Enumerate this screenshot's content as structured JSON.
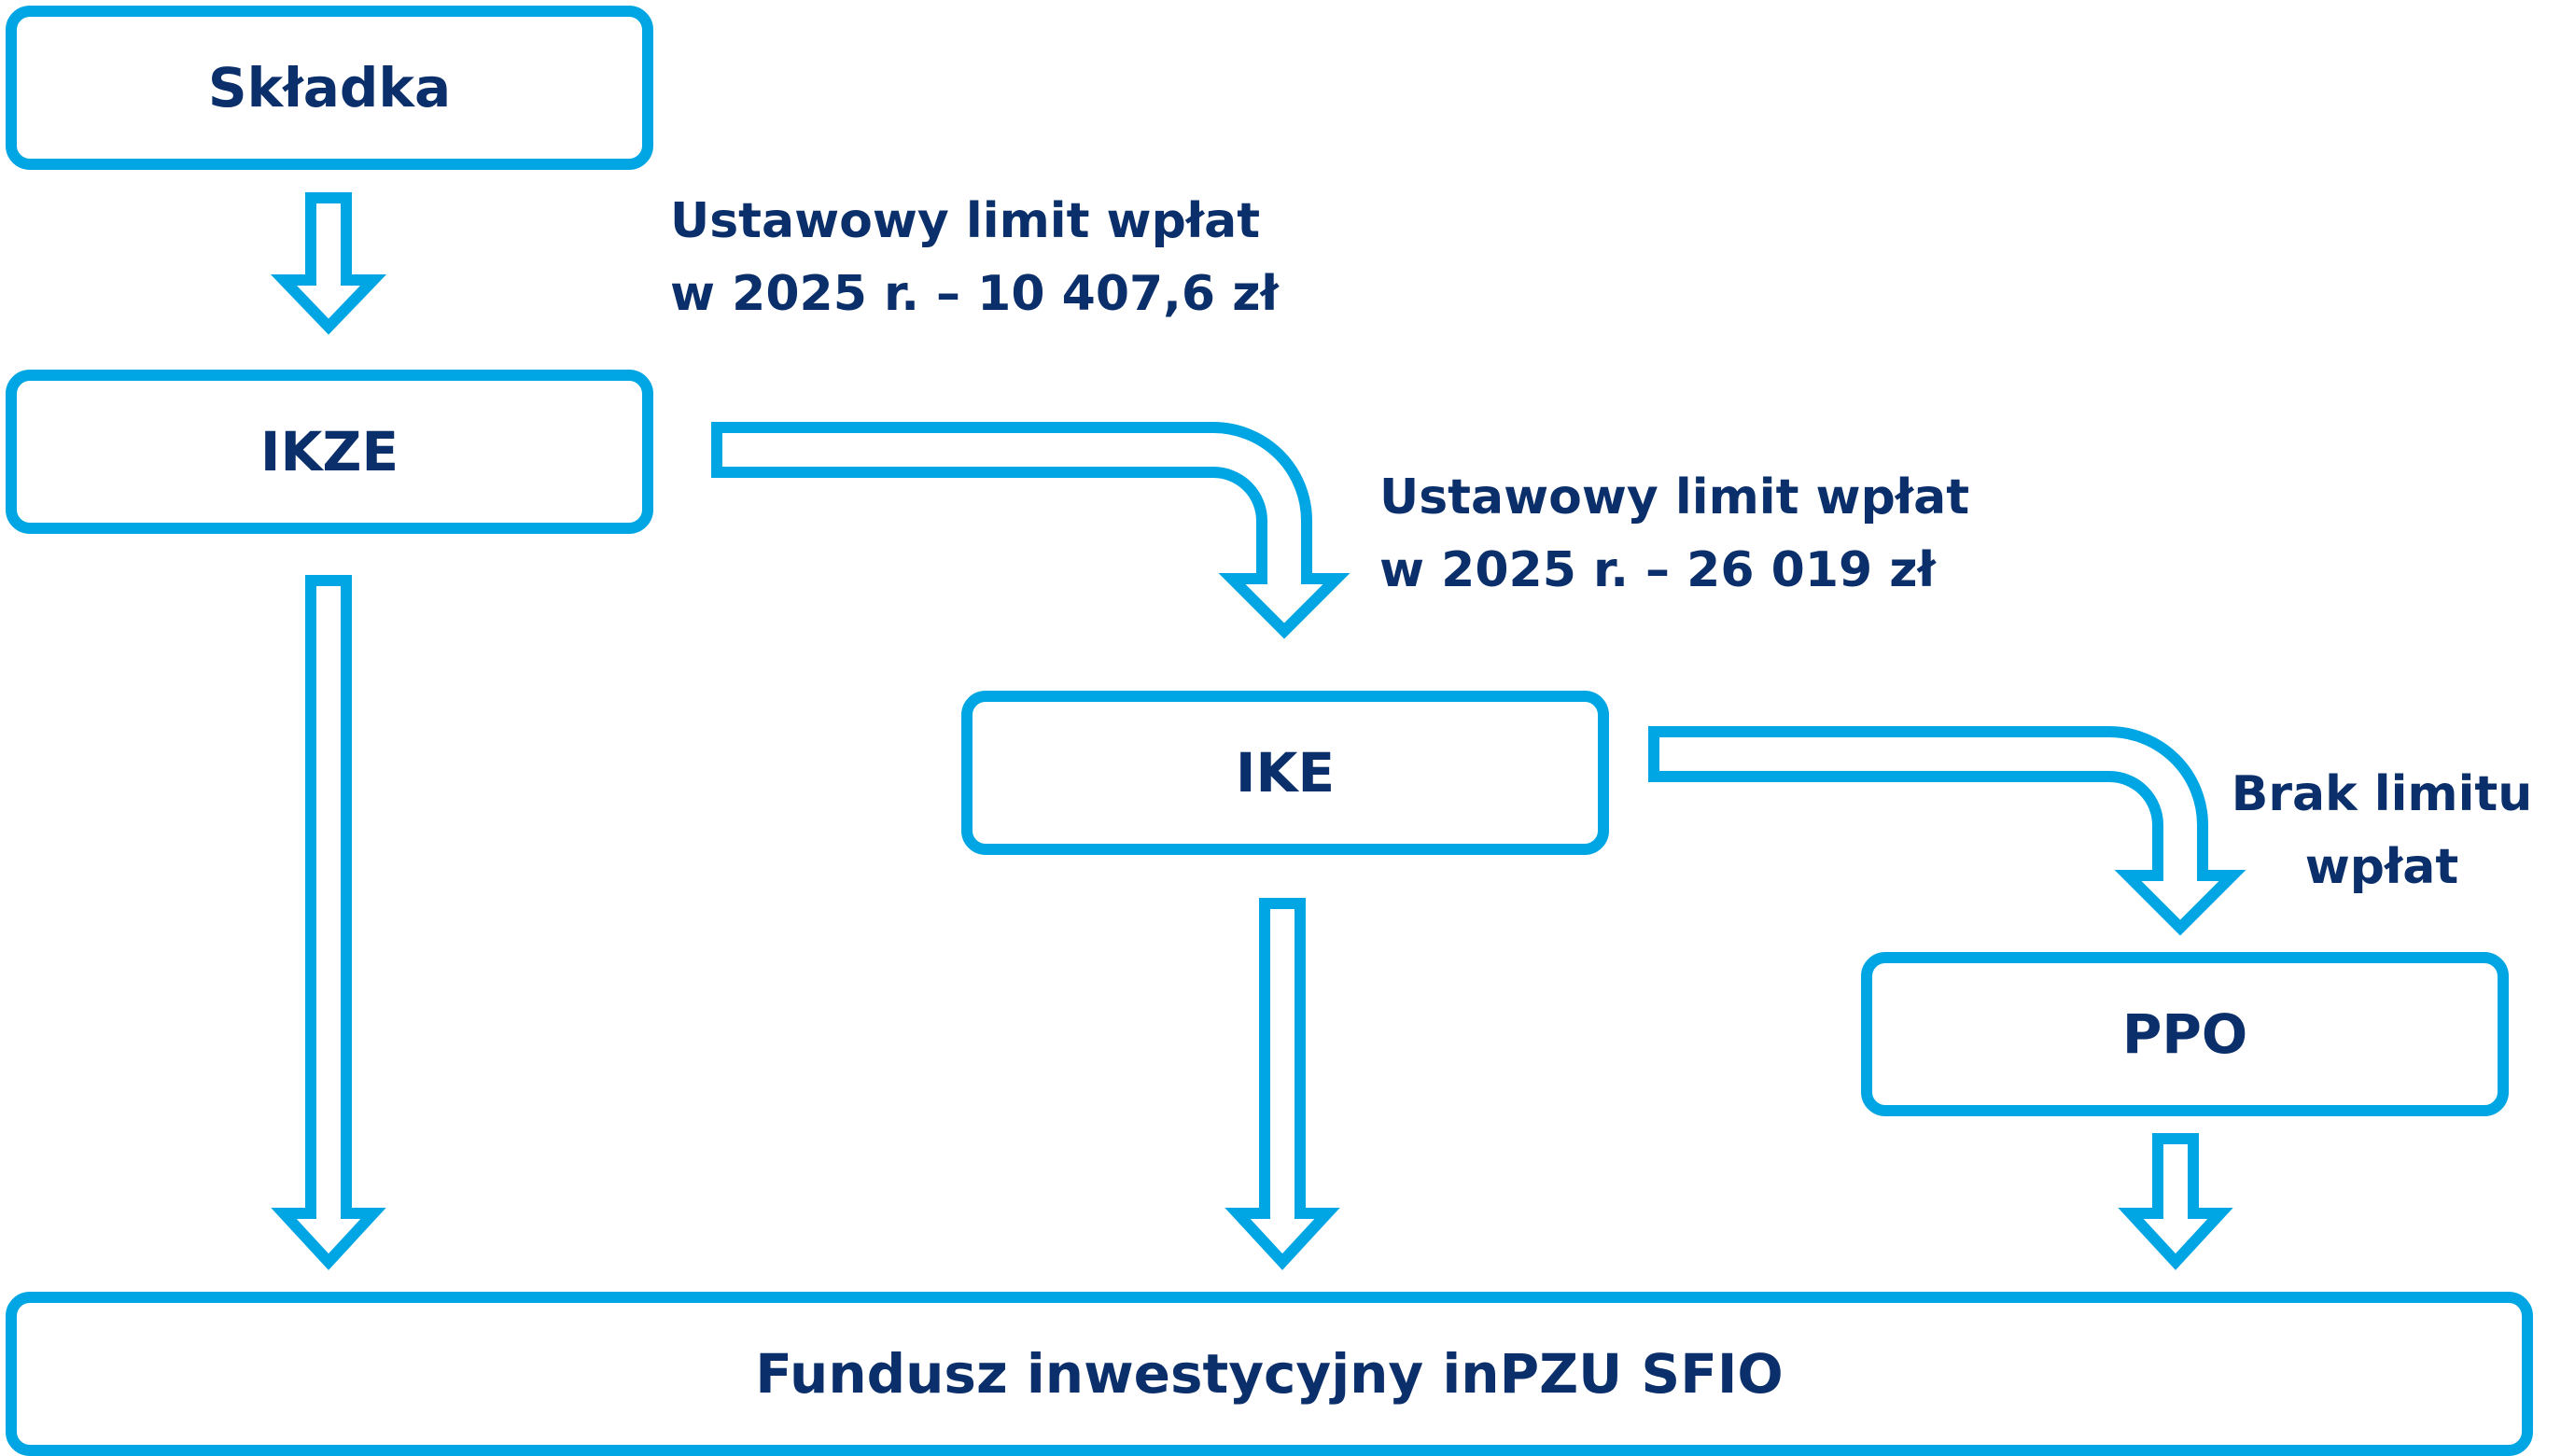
{
  "nodes": {
    "skladka": "Składka",
    "ikze": "IKZE",
    "ike": "IKE",
    "ppo": "PPO",
    "fund": "Fundusz inwestycyjny inPZU SFIO"
  },
  "annotations": {
    "ikze_limit": [
      "Ustawowy limit wpłat",
      "w 2025 r. – 10 407,6 zł"
    ],
    "ike_limit": [
      "Ustawowy limit wpłat",
      "w 2025 r. – 26 019 zł"
    ],
    "ppo_limit": [
      "Brak limitu",
      "wpłat"
    ]
  },
  "colors": {
    "stroke": "#00a5e3",
    "text": "#0b2f6a",
    "background": "#ffffff"
  }
}
